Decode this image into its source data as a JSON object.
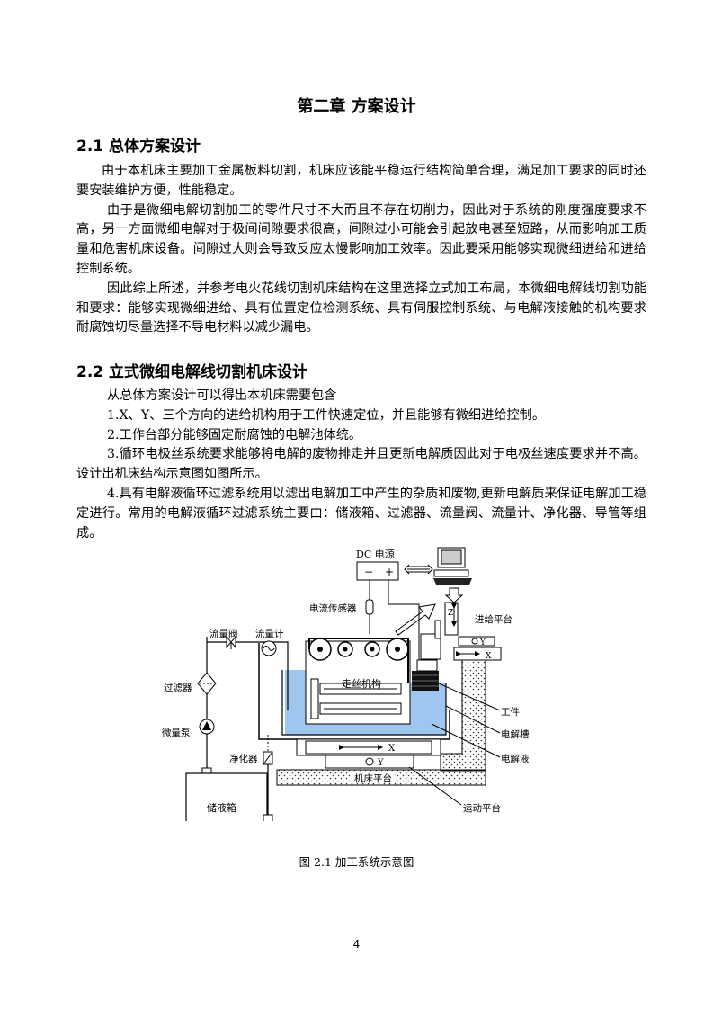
{
  "chapter_title": "第二章  方案设计",
  "section1": {
    "heading": "2.1  总体方案设计",
    "paragraphs": [
      "由于本机床主要加工金属板料切割，机床应该能平稳运行结构简单合理，满足加工要求的同时还要安装维护方便，性能稳定。",
      "由于是微细电解切割加工的零件尺寸不大而且不存在切削力，因此对于系统的刚度强度要求不高，另一方面微细电解对于极间间隙要求很高，间隙过小可能会引起放电甚至短路，从而影响加工质量和危害机床设备。间隙过大则会导致反应太慢影响加工效率。因此要采用能够实现微细进给和进给控制系统。",
      "因此综上所述，并参考电火花线切割机床结构在这里选择立式加工布局，本微细电解线切割功能和要求：能够实现微细进给、具有位置定位检测系统、具有伺服控制系统、与电解液接触的机构要求耐腐蚀切尽量选择不导电材料以减少漏电。"
    ]
  },
  "section2": {
    "heading": "2.2 立式微细电解线切割机床设计",
    "paragraphs": [
      "从总体方案设计可以得出本机床需要包含",
      "1.X、Y、三个方向的进给机构用于工件快速定位，并且能够有微细进给控制。",
      "2.工作台部分能够固定耐腐蚀的电解池体统。",
      "3.循环电极丝系统要求能够将电解的废物排走并且更新电解质因此对于电极丝速度要求并不高。设计出机床结构示意图如图所示。",
      "4.具有电解液循环过滤系统用以滤出电解加工中产生的杂质和废物,更新电解质来保证电解加工稳定进行。常用的电解液循环过滤系统主要由：储液箱、过滤器、流量阀、流量计、净化器、导管等组成。"
    ]
  },
  "figure": {
    "labels": {
      "dc_power": "DC 电源",
      "minus": "−",
      "plus": "+",
      "current_sensor": "电流传感器",
      "feed_platform": "进给平台",
      "flow_valve": "流量阀",
      "flow_meter": "流量计",
      "wire_mechanism": "走丝机构",
      "filter": "过滤器",
      "workpiece": "工件",
      "micro_pump": "微量泵",
      "electrolytic_tank": "电解槽",
      "purifier": "净化器",
      "electrolyte": "电解液",
      "machine_platform": "机床平台",
      "storage_tank": "储液箱",
      "motion_platform": "运动平台",
      "axis_x": "X",
      "axis_y": "Y",
      "axis_z": "Z"
    },
    "caption": "图 2.1  加工系统示意图"
  },
  "page_number": "4"
}
